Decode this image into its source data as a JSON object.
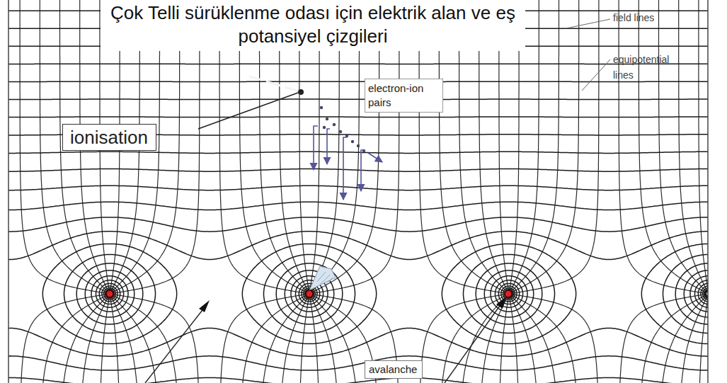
{
  "diagram": {
    "title": "Çok Telli sürüklenme odası için elektrik alan ve eş potansiyel çizgileri",
    "nodes": [
      {
        "text": [
          "electron-ion pairs"
        ]
      },
      {
        "text": [
          "ionisation"
        ]
      },
      {
        "text": [
          "avalanche"
        ]
      }
    ],
    "labels": [
      "field lines",
      "equipotential lines"
    ]
  }
}
